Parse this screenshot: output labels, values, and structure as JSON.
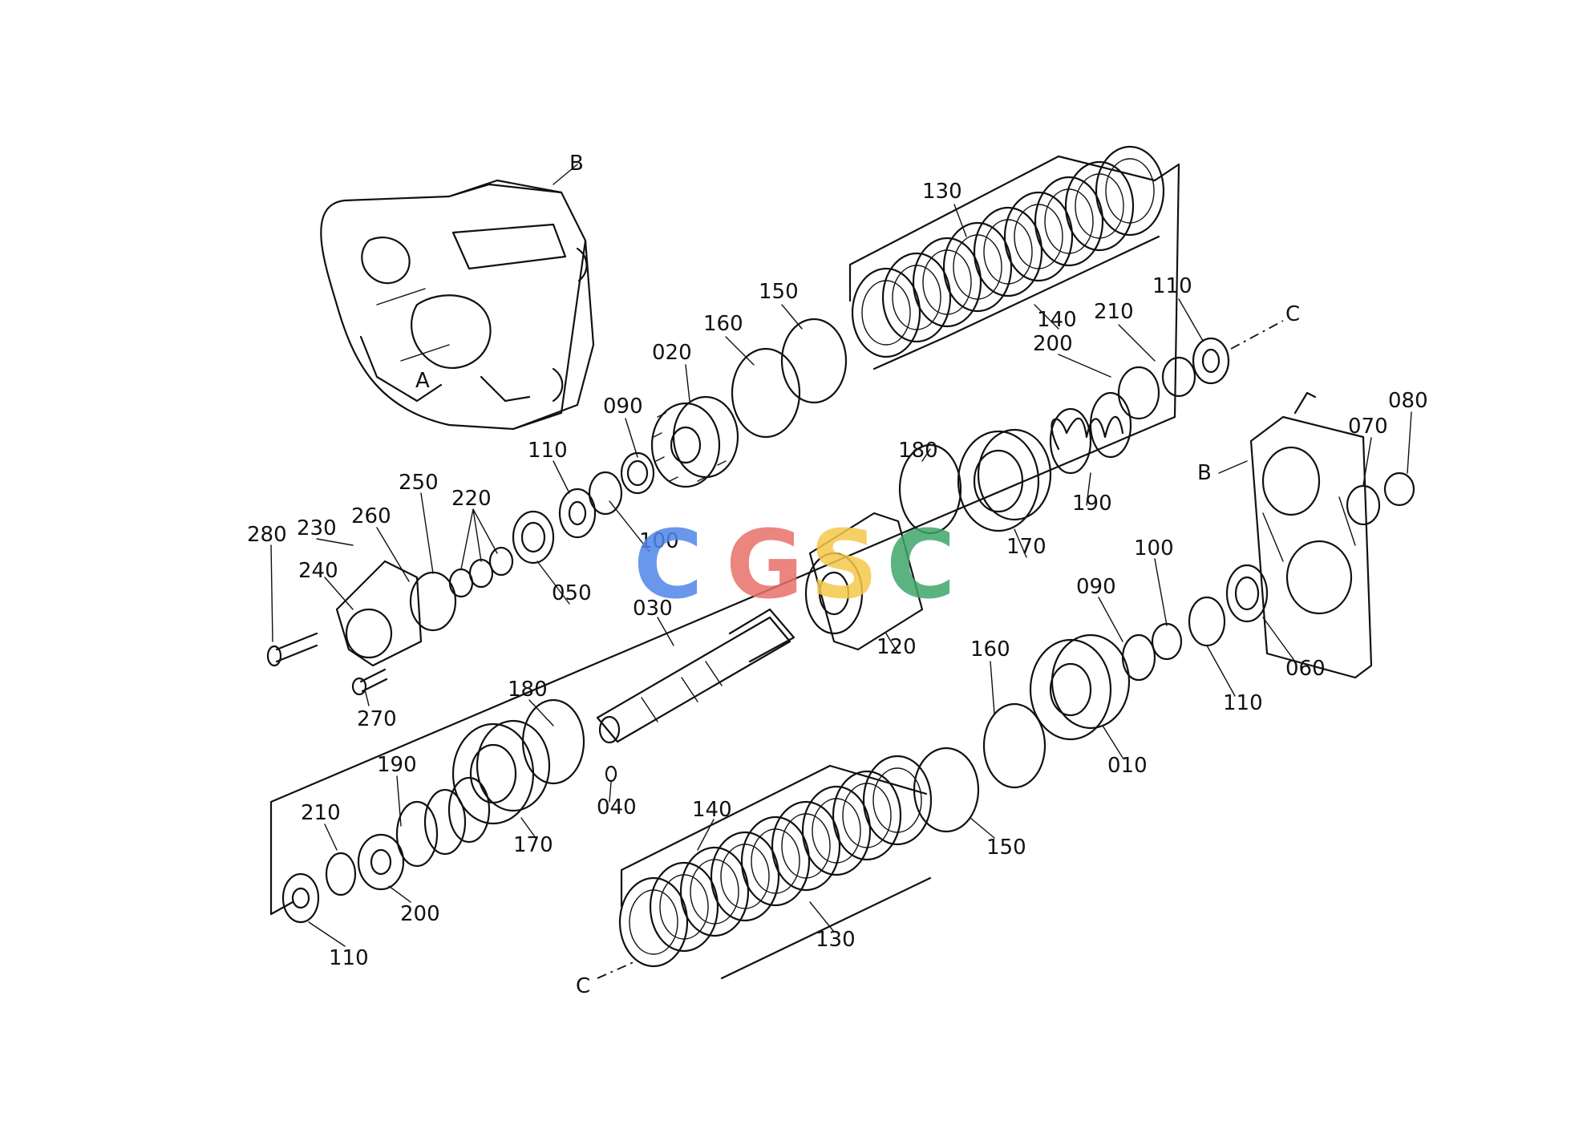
{
  "watermark": {
    "letters": [
      "C",
      "G",
      "S",
      "C"
    ],
    "colors": [
      "#4f86e8",
      "#e8706a",
      "#f5c84a",
      "#3fa66a"
    ]
  },
  "refs": {
    "a": "A",
    "b": "B",
    "c": "C"
  },
  "parts": {
    "p010": "010",
    "p020": "020",
    "p030": "030",
    "p040": "040",
    "p050": "050",
    "p060": "060",
    "p070": "070",
    "p080": "080",
    "p090": "090",
    "p100": "100",
    "p110": "110",
    "p120": "120",
    "p130": "130",
    "p140": "140",
    "p150": "150",
    "p160": "160",
    "p170": "170",
    "p180": "180",
    "p190": "190",
    "p200": "200",
    "p210": "210",
    "p220": "220",
    "p230": "230",
    "p240": "240",
    "p250": "250",
    "p260": "260",
    "p270": "270",
    "p280": "280"
  },
  "icons": {
    "housing": "transmission-housing-icon",
    "cover": "rear-cover-plate-icon",
    "clutch": "clutch-plate-icon",
    "gear": "gear-icon",
    "shaft": "shaft-icon"
  }
}
